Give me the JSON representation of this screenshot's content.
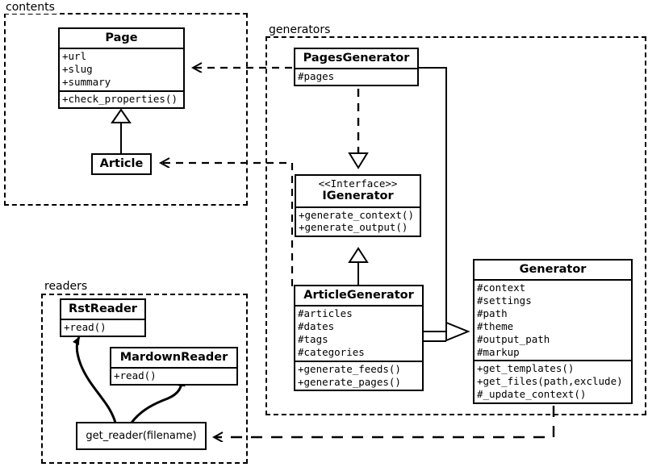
{
  "diagram": {
    "title": "Pelican architecture UML class diagram",
    "type": "uml-class-diagram",
    "stroke_color": "#000000",
    "background_color": "#ffffff"
  },
  "packages": [
    {
      "id": "contents",
      "label": "contents"
    },
    {
      "id": "generators",
      "label": "generators"
    },
    {
      "id": "readers",
      "label": "readers"
    }
  ],
  "classes": {
    "page": {
      "name": "Page",
      "attributes": [
        "+url",
        "+slug",
        "+summary"
      ],
      "methods": [
        "+check_properties()"
      ]
    },
    "article": {
      "name": "Article",
      "attributes": [],
      "methods": []
    },
    "pages_generator": {
      "name": "PagesGenerator",
      "attributes": [
        "#pages"
      ],
      "methods": []
    },
    "igenerator": {
      "stereotype": "<<Interface>>",
      "name": "IGenerator",
      "attributes": [],
      "methods": [
        "+generate_context()",
        "+generate_output()"
      ]
    },
    "article_generator": {
      "name": "ArticleGenerator",
      "attributes": [
        "#articles",
        "#dates",
        "#tags",
        "#categories"
      ],
      "methods": [
        "+generate_feeds()",
        "+generate_pages()"
      ]
    },
    "generator": {
      "name": "Generator",
      "attributes": [
        "#context",
        "#settings",
        "#path",
        "#theme",
        "#output_path",
        "#markup"
      ],
      "methods": [
        "+get_templates()",
        "+get_files(path,exclude)",
        "#_update_context()"
      ]
    },
    "rst_reader": {
      "name": "RstReader",
      "attributes": [],
      "methods": [
        "+read()"
      ]
    },
    "mardown_reader": {
      "name": "MardownReader",
      "attributes": [],
      "methods": [
        "+read()"
      ]
    },
    "get_reader": {
      "name": "get_reader(filename)"
    }
  },
  "relations": [
    {
      "id": "pagesgenerator-to-page",
      "type": "dependency",
      "from": "PagesGenerator",
      "to": "Page"
    },
    {
      "id": "articlegenerator-to-article",
      "type": "dependency",
      "from": "ArticleGenerator",
      "to": "Article"
    },
    {
      "id": "article-to-page",
      "type": "generalization",
      "from": "Article",
      "to": "Page"
    },
    {
      "id": "pagesgenerator-to-igenerator",
      "type": "realization",
      "from": "PagesGenerator",
      "to": "IGenerator"
    },
    {
      "id": "articlegenerator-to-igenerator",
      "type": "generalization",
      "from": "ArticleGenerator",
      "to": "IGenerator"
    },
    {
      "id": "pagesgenerator-to-generator",
      "type": "generalization",
      "from": "PagesGenerator",
      "to": "Generator"
    },
    {
      "id": "articlegenerator-to-generator",
      "type": "generalization",
      "from": "ArticleGenerator",
      "to": "Generator"
    },
    {
      "id": "generator-to-getreader",
      "type": "dependency",
      "from": "Generator",
      "to": "get_reader(filename)"
    },
    {
      "id": "getreader-to-rstreader",
      "type": "instantiates",
      "from": "get_reader(filename)",
      "to": "RstReader"
    },
    {
      "id": "getreader-to-mardownreader",
      "type": "instantiates",
      "from": "get_reader(filename)",
      "to": "MardownReader"
    }
  ]
}
